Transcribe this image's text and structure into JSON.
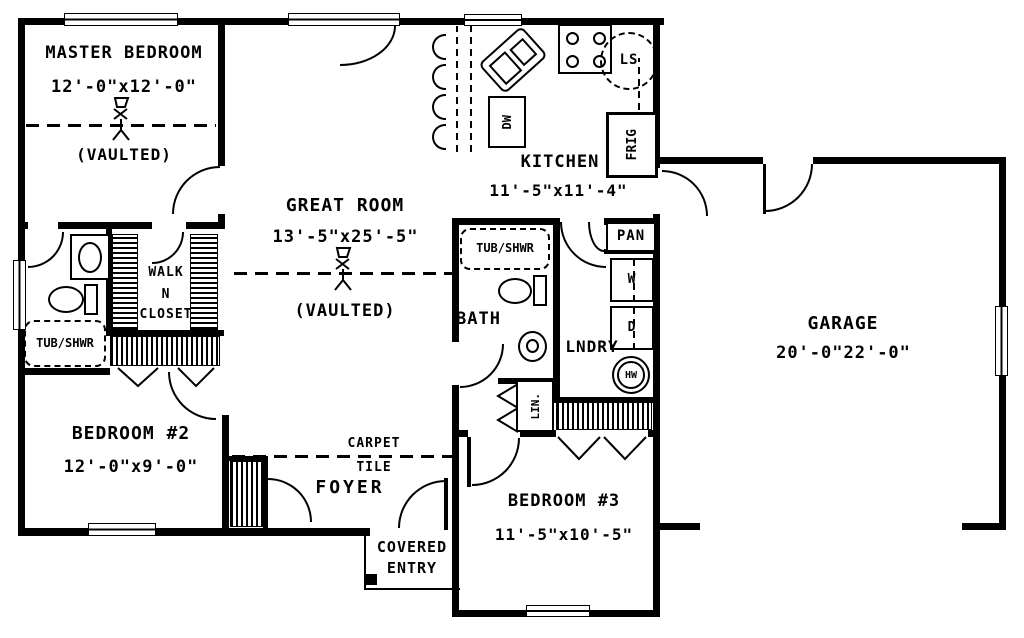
{
  "plan": {
    "rooms": {
      "master_bedroom": {
        "name": "MASTER BEDROOM",
        "dims": "12'-0\"x12'-0\"",
        "note": "(VAULTED)"
      },
      "great_room": {
        "name": "GREAT ROOM",
        "dims": "13'-5\"x25'-5\"",
        "note": "(VAULTED)"
      },
      "kitchen": {
        "name": "KITCHEN",
        "dims": "11'-5\"x11'-4\""
      },
      "garage": {
        "name": "GARAGE",
        "dims": "20'-0\"22'-0\""
      },
      "bedroom2": {
        "name": "BEDROOM #2",
        "dims": "12'-0\"x9'-0\""
      },
      "bedroom3": {
        "name": "BEDROOM #3",
        "dims": "11'-5\"x10'-5\""
      },
      "bath": {
        "name": "BATH"
      },
      "laundry": {
        "name": "LNDRY"
      },
      "foyer": {
        "name": "FOYER"
      },
      "covered_entry": {
        "line1": "COVERED",
        "line2": "ENTRY"
      },
      "walk_in_closet": {
        "line1": "WALK",
        "line2": "N",
        "line3": "CLOSET"
      },
      "pantry": {
        "name": "PAN"
      }
    },
    "fixtures": {
      "tub_shwr_master": "TUB/SHWR",
      "tub_shwr_hall": "TUB/SHWR",
      "dishwasher": "DW",
      "refrigerator": "FRIG",
      "lazy_susan": "LS",
      "washer": "W",
      "dryer": "D",
      "water_heater": "HW",
      "linen": "LIN."
    },
    "floor_labels": {
      "carpet": "CARPET",
      "tile": "TILE"
    },
    "colors": {
      "ink": "#000000",
      "paper": "#ffffff"
    }
  }
}
